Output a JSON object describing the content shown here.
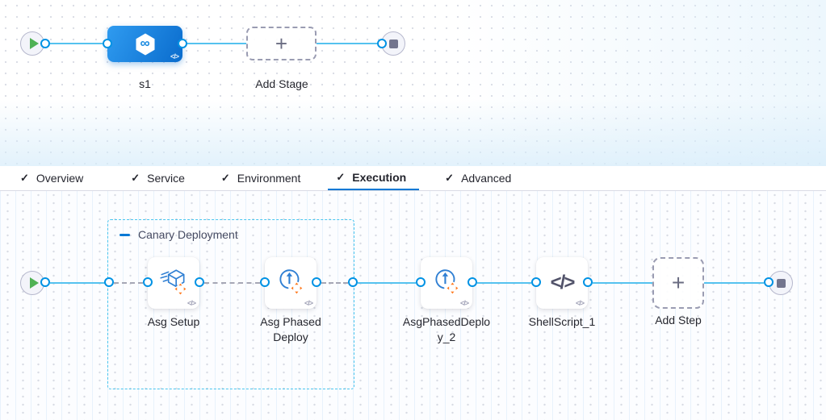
{
  "stage_graph": {
    "stage": {
      "label": "s1"
    },
    "add_stage": {
      "label": "Add Stage"
    }
  },
  "tabs": {
    "items": [
      {
        "label": "Overview"
      },
      {
        "label": "Service"
      },
      {
        "label": "Environment"
      },
      {
        "label": "Execution"
      },
      {
        "label": "Advanced"
      }
    ],
    "active": "Execution"
  },
  "execution_graph": {
    "group": {
      "label": "Canary Deployment"
    },
    "steps": [
      {
        "label": "Asg Setup",
        "icon": "asg-setup-icon"
      },
      {
        "label": "Asg Phased Deploy",
        "icon": "asg-phased-deploy-icon"
      },
      {
        "label": "AsgPhasedDeploy_2",
        "icon": "asg-phased-deploy-icon"
      },
      {
        "label": "ShellScript_1",
        "icon": "shell-script-icon"
      }
    ],
    "add_step": {
      "label": "Add Step"
    }
  },
  "icons": {
    "check": "✓",
    "plus": "+",
    "code": "</>",
    "infinity": "∞"
  },
  "colors": {
    "accent_blue": "#0278d5",
    "line_blue": "#55c2ef",
    "port_blue": "#0092e4",
    "group_border_blue": "#49c5ef",
    "stage_gradient_start": "#2f9bf0",
    "stage_gradient_end": "#0a6ccd",
    "play_green": "#4fb154",
    "move_arrow_orange": "#ff7a1f",
    "icon_blue": "#2f7fd3",
    "stop_gray": "#73758e",
    "text_dark": "#26272f"
  }
}
